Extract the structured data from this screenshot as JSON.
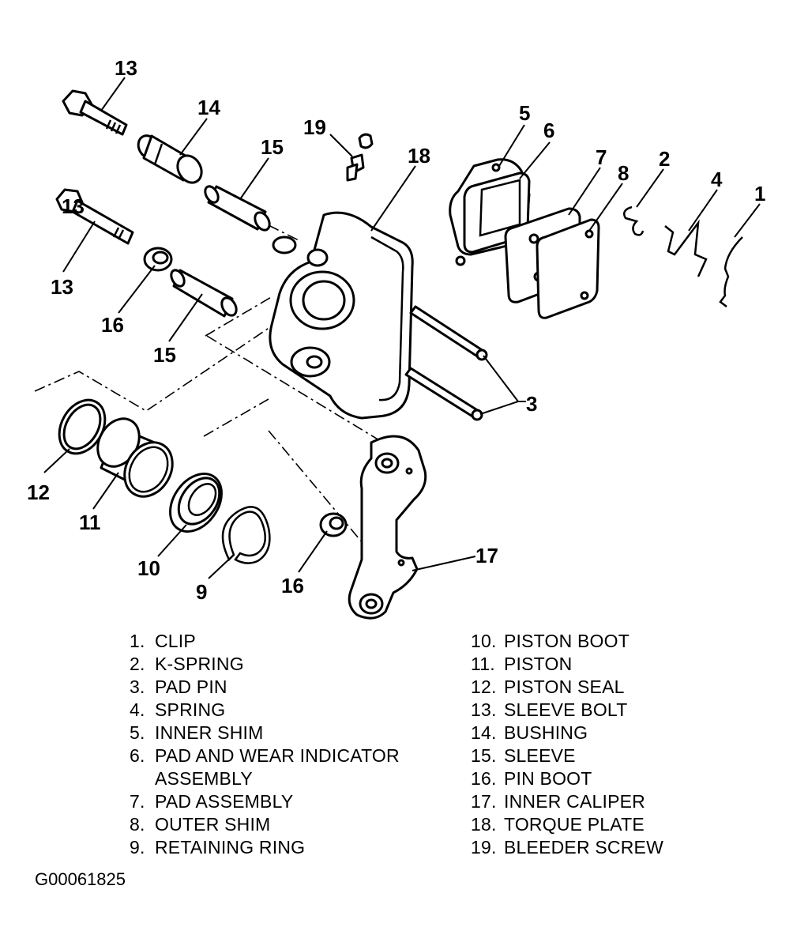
{
  "callouts": {
    "c13a": "13",
    "c14": "14",
    "c19": "19",
    "c15a": "15",
    "c18": "18",
    "c13b_over": "13",
    "c13b": "13",
    "c16a": "16",
    "c15b": "15",
    "c5": "5",
    "c6": "6",
    "c7": "7",
    "c8": "8",
    "c2": "2",
    "c4": "4",
    "c1": "1",
    "c3": "3",
    "c12": "12",
    "c11": "11",
    "c10": "10",
    "c9": "9",
    "c16b": "16",
    "c17": "17"
  },
  "legend_left": [
    {
      "num": "1.",
      "label": "CLIP"
    },
    {
      "num": "2.",
      "label": "K-SPRING"
    },
    {
      "num": "3.",
      "label": "PAD PIN"
    },
    {
      "num": "4.",
      "label": "SPRING"
    },
    {
      "num": "5.",
      "label": "INNER SHIM"
    },
    {
      "num": "6.",
      "label": "PAD AND WEAR INDICATOR"
    },
    {
      "num": "",
      "label": "ASSEMBLY"
    },
    {
      "num": "7.",
      "label": "PAD ASSEMBLY"
    },
    {
      "num": "8.",
      "label": "OUTER SHIM"
    },
    {
      "num": "9.",
      "label": "RETAINING RING"
    }
  ],
  "legend_right": [
    {
      "num": "10.",
      "label": "PISTON BOOT"
    },
    {
      "num": "11.",
      "label": "PISTON"
    },
    {
      "num": "12.",
      "label": "PISTON SEAL"
    },
    {
      "num": "13.",
      "label": "SLEEVE BOLT"
    },
    {
      "num": "14.",
      "label": "BUSHING"
    },
    {
      "num": "15.",
      "label": "SLEEVE"
    },
    {
      "num": "16.",
      "label": "PIN BOOT"
    },
    {
      "num": "17.",
      "label": "INNER CALIPER"
    },
    {
      "num": "18.",
      "label": "TORQUE PLATE"
    },
    {
      "num": "19.",
      "label": "BLEEDER SCREW"
    }
  ],
  "figure_id": "G00061825"
}
